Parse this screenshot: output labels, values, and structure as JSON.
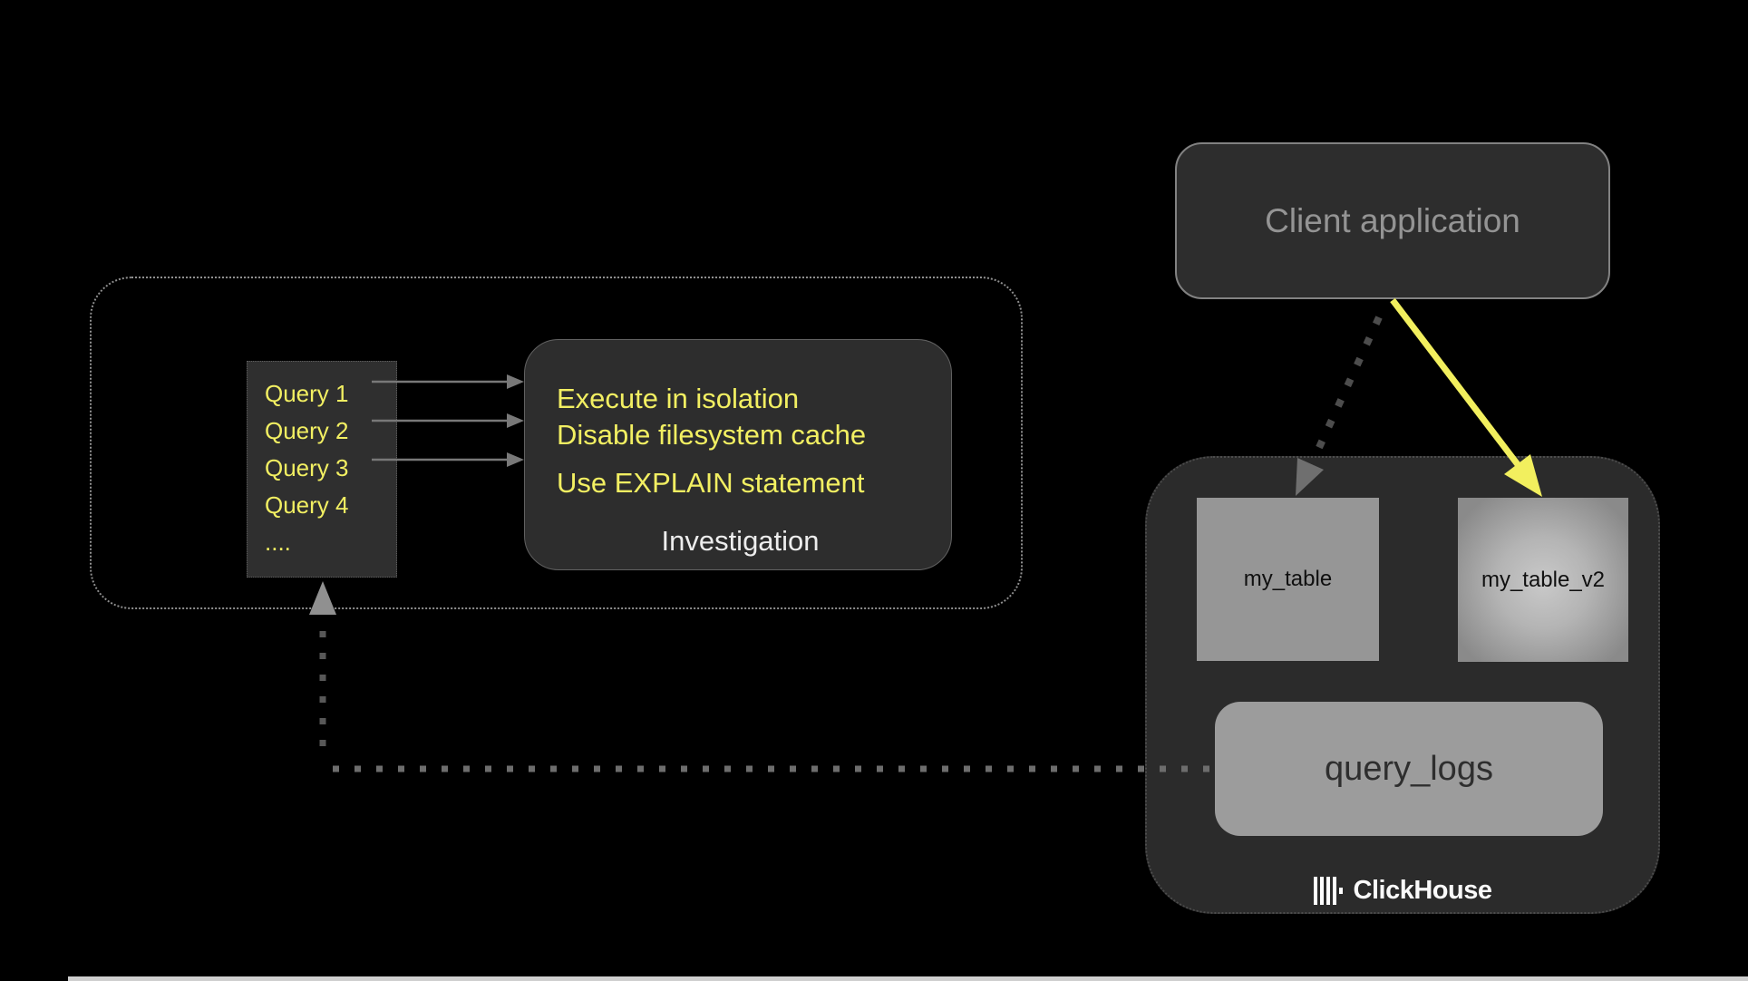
{
  "investigation_group": {
    "queries": [
      "Query 1",
      "Query 2",
      "Query 3",
      "Query 4",
      "...."
    ],
    "investigation": {
      "lines": [
        "Execute in isolation",
        "Disable filesystem cache",
        "Use EXPLAIN statement"
      ],
      "caption": "Investigation"
    }
  },
  "client": {
    "label": "Client application"
  },
  "clickhouse": {
    "table1": "my_table",
    "table2": "my_table_v2",
    "logs": "query_logs",
    "brand": "ClickHouse"
  },
  "colors": {
    "accent_yellow": "#f2ef62",
    "panel_fill": "#2d2d2d",
    "container_fill": "#2b2b2b",
    "table_gray": "#969696",
    "background": "#000000"
  }
}
